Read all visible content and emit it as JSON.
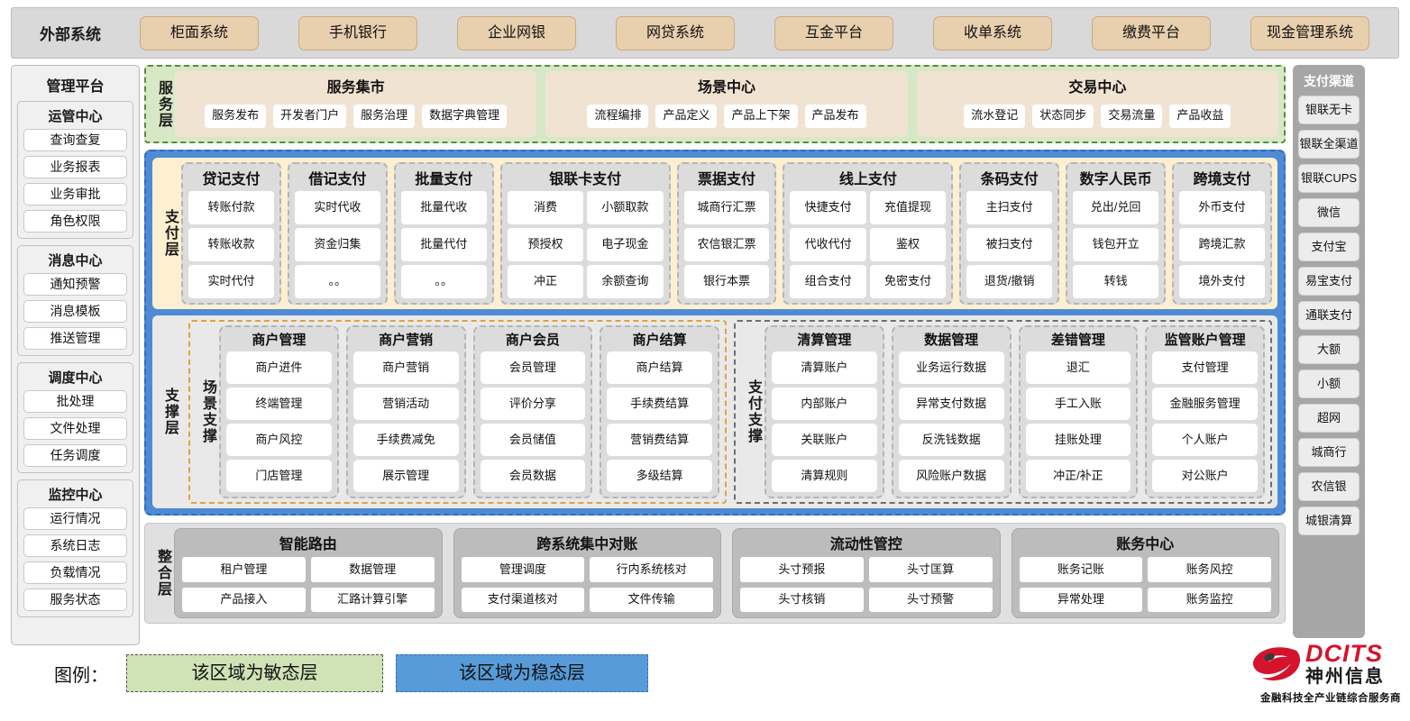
{
  "external": {
    "title": "外部系统",
    "items": [
      "柜面系统",
      "手机银行",
      "企业网银",
      "网贷系统",
      "互金平台",
      "收单系统",
      "缴费平台",
      "现金管理系统"
    ]
  },
  "admin": {
    "title": "管理平台",
    "groups": [
      {
        "title": "运管中心",
        "items": [
          "查询查复",
          "业务报表",
          "业务审批",
          "角色权限"
        ]
      },
      {
        "title": "消息中心",
        "items": [
          "通知预警",
          "消息模板",
          "推送管理"
        ]
      },
      {
        "title": "调度中心",
        "items": [
          "批处理",
          "文件处理",
          "任务调度"
        ]
      },
      {
        "title": "监控中心",
        "items": [
          "运行情况",
          "系统日志",
          "负载情况",
          "服务状态"
        ]
      }
    ]
  },
  "channels": {
    "title": "支付渠道",
    "items": [
      "银联无卡",
      "银联全渠道",
      "银联CUPS",
      "微信",
      "支付宝",
      "易宝支付",
      "通联支付",
      "大额",
      "小额",
      "超网",
      "城商行",
      "农信银",
      "城银清算"
    ]
  },
  "service_layer": {
    "label": "服务层",
    "groups": [
      {
        "title": "服务集市",
        "items": [
          "服务发布",
          "开发者门户",
          "服务治理",
          "数据字典管理"
        ]
      },
      {
        "title": "场景中心",
        "items": [
          "流程编排",
          "产品定义",
          "产品上下架",
          "产品发布"
        ]
      },
      {
        "title": "交易中心",
        "items": [
          "流水登记",
          "状态同步",
          "交易流量",
          "产品收益"
        ]
      }
    ]
  },
  "payment_layer": {
    "label": "支付层",
    "groups": [
      {
        "title": "贷记支付",
        "cols": 1,
        "items": [
          "转账付款",
          "转账收款",
          "实时代付"
        ]
      },
      {
        "title": "借记支付",
        "cols": 1,
        "items": [
          "实时代收",
          "资金归集",
          "。。"
        ]
      },
      {
        "title": "批量支付",
        "cols": 1,
        "items": [
          "批量代收",
          "批量代付",
          "。。"
        ]
      },
      {
        "title": "银联卡支付",
        "cols": 2,
        "items": [
          "消费",
          "小额取款",
          "预授权",
          "电子现金",
          "冲正",
          "余额查询"
        ]
      },
      {
        "title": "票据支付",
        "cols": 1,
        "items": [
          "城商行汇票",
          "农信银汇票",
          "银行本票"
        ]
      },
      {
        "title": "线上支付",
        "cols": 2,
        "items": [
          "快捷支付",
          "充值提现",
          "代收代付",
          "鉴权",
          "组合支付",
          "免密支付"
        ]
      },
      {
        "title": "条码支付",
        "cols": 1,
        "items": [
          "主扫支付",
          "被扫支付",
          "退货/撤销"
        ]
      },
      {
        "title": "数字人民币",
        "cols": 1,
        "items": [
          "兑出/兑回",
          "钱包开立",
          "转钱"
        ]
      },
      {
        "title": "跨境支付",
        "cols": 1,
        "items": [
          "外币支付",
          "跨境汇款",
          "境外支付"
        ]
      }
    ]
  },
  "support_layer": {
    "label": "支撑层",
    "blocks": [
      {
        "label": "场景支撑",
        "groups": [
          {
            "title": "商户管理",
            "items": [
              "商户进件",
              "终端管理",
              "商户风控",
              "门店管理"
            ]
          },
          {
            "title": "商户营销",
            "items": [
              "商户营销",
              "营销活动",
              "手续费减免",
              "展示管理"
            ]
          },
          {
            "title": "商户会员",
            "items": [
              "会员管理",
              "评价分享",
              "会员储值",
              "会员数据"
            ]
          },
          {
            "title": "商户结算",
            "items": [
              "商户结算",
              "手续费结算",
              "营销费结算",
              "多级结算"
            ]
          }
        ]
      },
      {
        "label": "支付支撑",
        "groups": [
          {
            "title": "清算管理",
            "items": [
              "清算账户",
              "内部账户",
              "关联账户",
              "清算规则"
            ]
          },
          {
            "title": "数据管理",
            "items": [
              "业务运行数据",
              "异常支付数据",
              "反洗钱数据",
              "风险账户数据"
            ]
          },
          {
            "title": "差错管理",
            "items": [
              "退汇",
              "手工入账",
              "挂账处理",
              "冲正/补正"
            ]
          },
          {
            "title": "监管账户管理",
            "items": [
              "支付管理",
              "金融服务管理",
              "个人账户",
              "对公账户"
            ]
          }
        ]
      }
    ]
  },
  "integration_layer": {
    "label": "整合层",
    "groups": [
      {
        "title": "智能路由",
        "items": [
          "租户管理",
          "数据管理",
          "产品接入",
          "汇路计算引擎"
        ]
      },
      {
        "title": "跨系统集中对账",
        "items": [
          "管理调度",
          "行内系统核对",
          "支付渠道核对",
          "文件传输"
        ]
      },
      {
        "title": "流动性管控",
        "items": [
          "头寸预报",
          "头寸匡算",
          "头寸核销",
          "头寸预警"
        ]
      },
      {
        "title": "账务中心",
        "items": [
          "账务记账",
          "账务风控",
          "异常处理",
          "账务监控"
        ]
      }
    ]
  },
  "legend": {
    "label": "图例：",
    "agile": "该区域为敏态层",
    "stable": "该区域为稳态层",
    "agile_color": "#cfe3b6",
    "stable_color": "#579bd9"
  },
  "logo": {
    "en": "DCITS",
    "cn": "神州信息",
    "tagline": "金融科技全产业链综合服务商",
    "color": "#d6132c"
  }
}
